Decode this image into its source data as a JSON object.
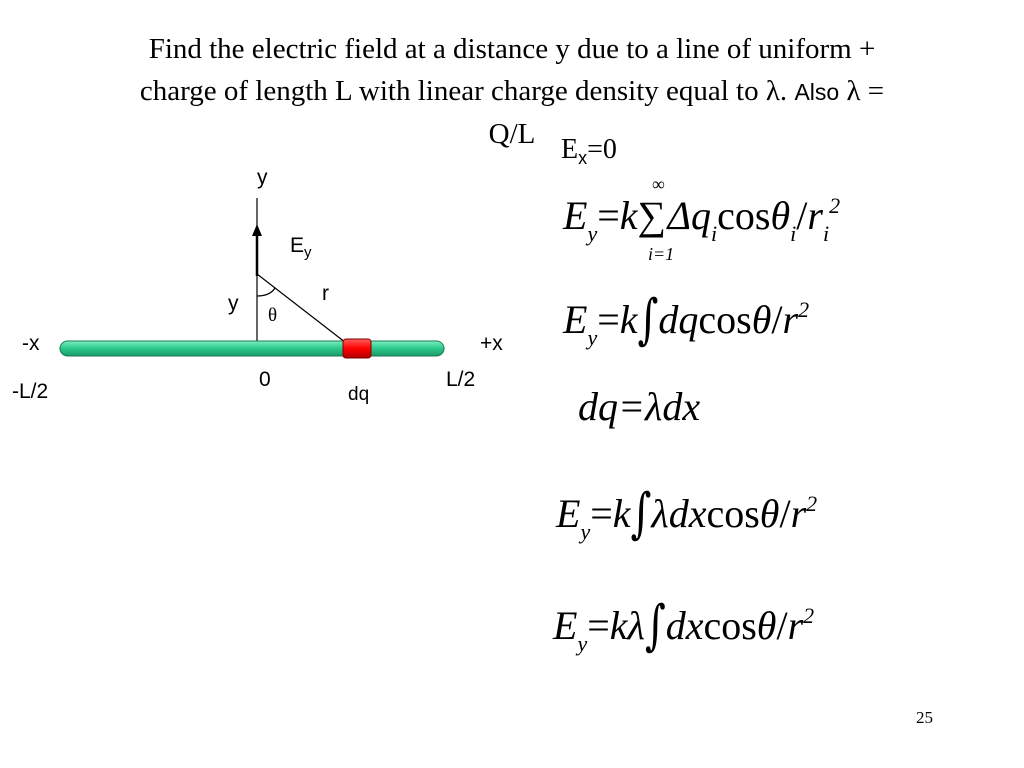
{
  "title": {
    "line1": "Find the electric field at a distance y due to a line of uniform +",
    "line2_a": "charge of length L with linear charge density equal to λ.",
    "line2_b": "Also",
    "line2_c": "λ =",
    "line3": "Q/L"
  },
  "diagram": {
    "axis_y_label": "y",
    "field_label_main": "E",
    "field_label_sub": "y",
    "distance_label": "y",
    "r_label": "r",
    "theta_label": "θ",
    "neg_x_label": "-x",
    "pos_x_label": "+x",
    "origin_label": "0",
    "left_end_label": "-L/2",
    "right_end_label": "L/2",
    "dq_label": "dq",
    "colors": {
      "rod": "#2ecc8f",
      "dq_element": "#ff0000",
      "lines": "#000000"
    }
  },
  "equations": {
    "ex": {
      "main": "E",
      "sub": "x",
      "rest": "=0"
    },
    "eq1": {
      "lhs": "E",
      "lhs_sub": "y",
      "eq": "=",
      "k": "k",
      "sum_top": "∞",
      "sum_symbol": "∑",
      "sum_bottom": "i=1",
      "body": "Δq",
      "body_sub": "i",
      "cos": "cos",
      "theta": "θ",
      "theta_sub": "i",
      "slash": "/",
      "r": "r",
      "r_sub": "i",
      "r_sup": "2"
    },
    "eq2": {
      "lhs": "E",
      "lhs_sub": "y",
      "eq": "=",
      "k": "k",
      "integral": "∫",
      "body": "dq",
      "cos": "cos",
      "theta": "θ",
      "slash": "/",
      "r": "r",
      "r_sup": "2"
    },
    "eq3": {
      "text": "dq=λdx"
    },
    "eq4": {
      "lhs": "E",
      "lhs_sub": "y",
      "eq": "=",
      "k": "k",
      "integral": "∫",
      "body": "λdx",
      "cos": "cos",
      "theta": "θ",
      "slash": "/",
      "r": "r",
      "r_sup": "2"
    },
    "eq5": {
      "lhs": "E",
      "lhs_sub": "y",
      "eq": "=",
      "k": "kλ",
      "integral": "∫",
      "body": "dx",
      "cos": "cos",
      "theta": "θ",
      "slash": "/",
      "r": "r",
      "r_sup": "2"
    }
  },
  "page_number": "25"
}
